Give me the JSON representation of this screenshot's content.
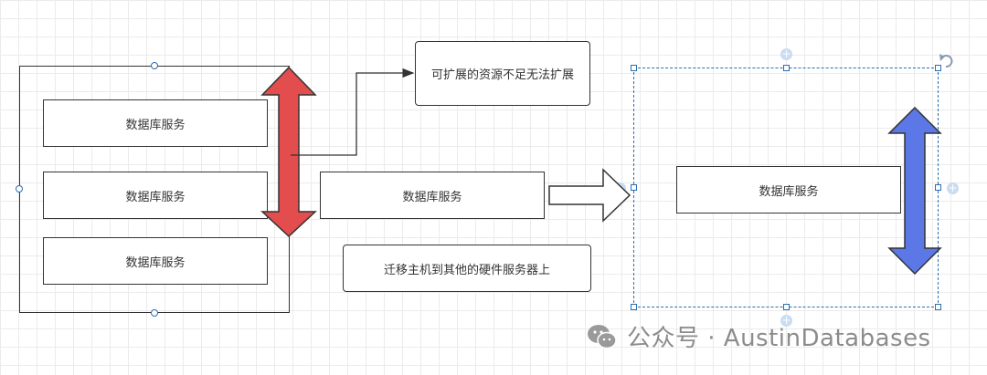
{
  "diagram": {
    "left_services": [
      "数据库服务",
      "数据库服务",
      "数据库服务"
    ],
    "middle_service": "数据库服务",
    "resource_note": "可扩展的资源不足无法扩展",
    "migrate_note": "迁移主机到其他的硬件服务器上",
    "right_service": "数据库服务"
  },
  "watermark": {
    "icon": "wechat-icon",
    "text": "公众号 · AustinDatabases"
  },
  "colors": {
    "red_arrow": "#e34d4d",
    "blue_arrow": "#5b78e6",
    "selection": "#2a6fb0"
  }
}
